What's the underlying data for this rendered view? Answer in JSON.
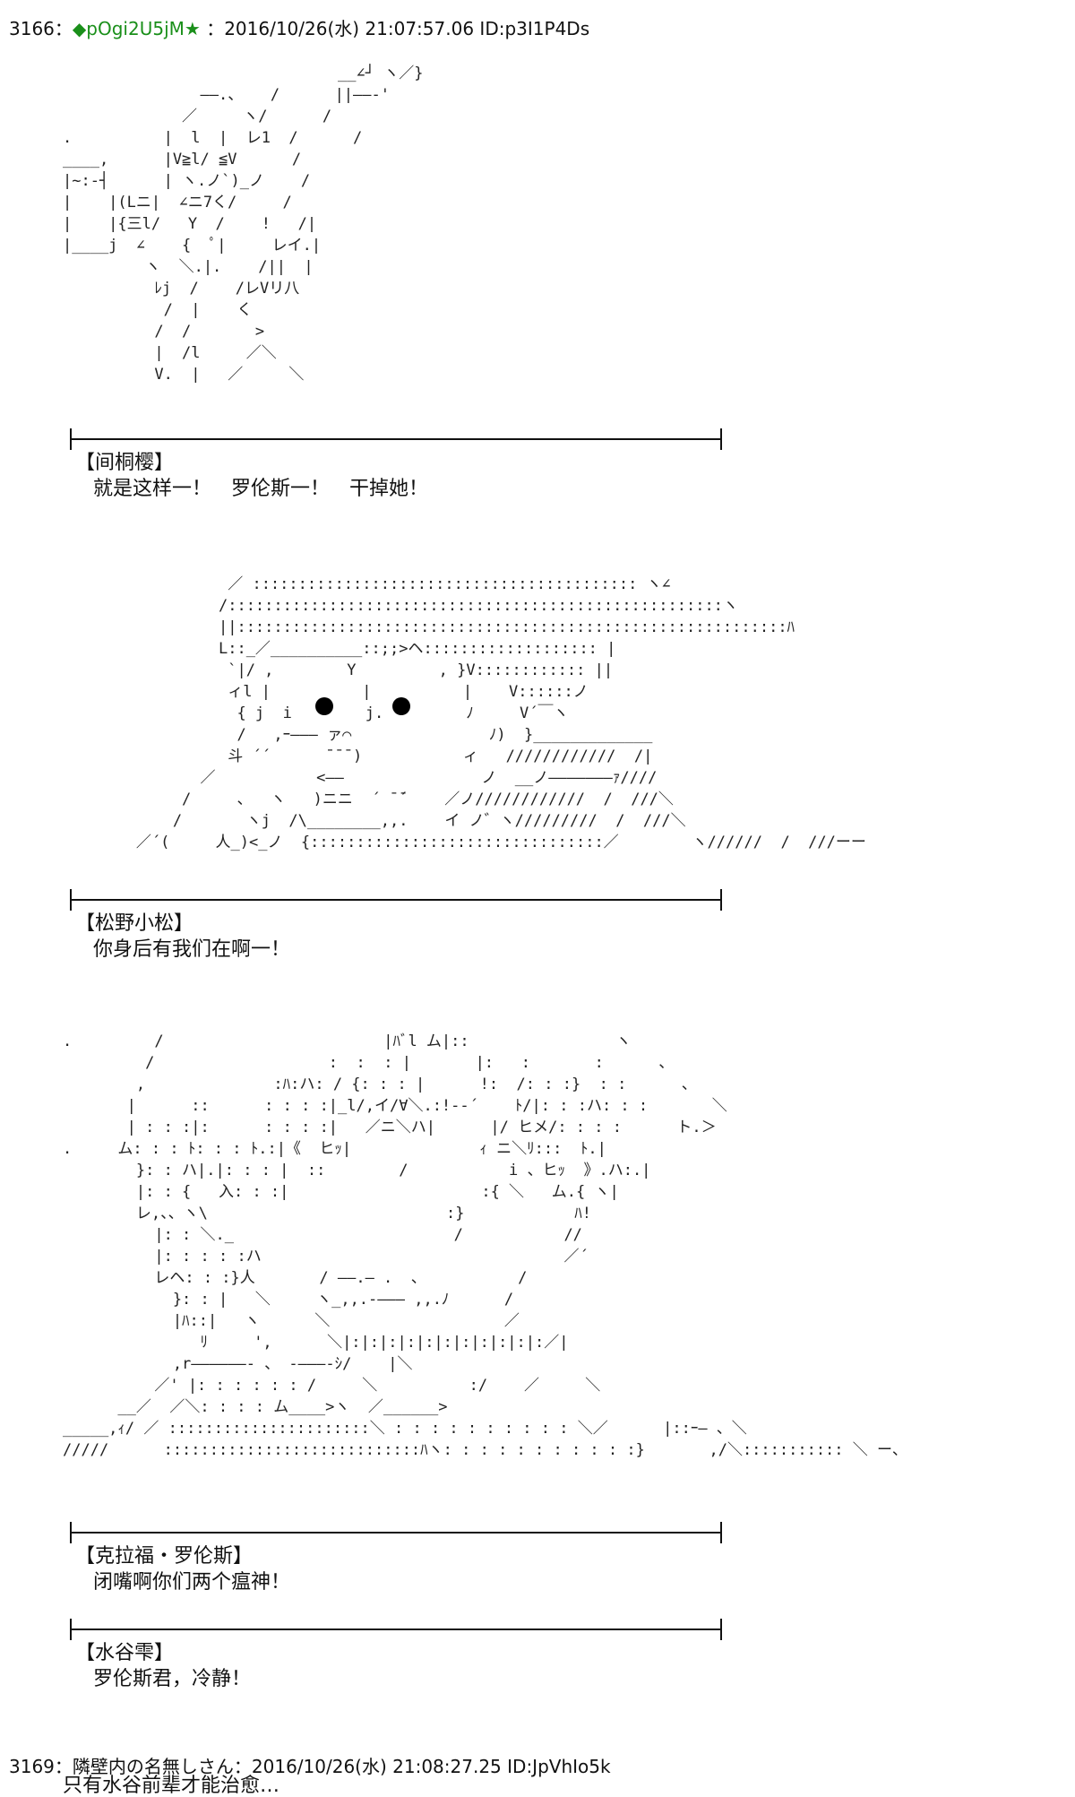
{
  "posts": [
    {
      "number": "3166",
      "name": "◆pOgi2U5jM",
      "star": "★",
      "datetime": "2016/10/26(水) 21:07:57.06",
      "id": "ID:p3I1P4Ds"
    },
    {
      "number": "3169",
      "name": "隣壁内の名無しさん",
      "datetime": "2016/10/26(水) 21:08:27.25",
      "id": "ID:JpVhIo5k",
      "text": "只有水谷前辈才能治愈…"
    }
  ],
  "separator": "：",
  "dialogues": [
    {
      "speaker": "【间桐樱】",
      "line": "就是这样一！　罗伦斯一！　干掉她！"
    },
    {
      "speaker": "【松野小松】",
      "line": "你身后有我们在啊一！"
    },
    {
      "speaker": "【克拉福・罗伦斯】",
      "line": "闭嘴啊你们两个瘟神！"
    },
    {
      "speaker": "【水谷雫】",
      "line": "罗伦斯君，冷静！"
    }
  ],
  "ascii_art": {
    "figure1": "                              __∠┘ ヽ／}\n               ――.、   /      ||――‐'\n             ／     ヽ/      /\n.          |  l  |  レ1  /      /\n____,      |V≧l/ ≦V      /\n|~:-┤      | ヽ.ノ`)_ノ    /\n|    |(Lニ|  ∠ニ7く/     /\n|    |{三l/   Y  /    !   /|\n|____j  ∠    {  ﾟ|     レイ.|\n         ヽ  ＼.|.    /||  |\n          ﾚj  /    /レVリ八\n           /  |    く\n          /  /       >\n          |  /l     ／＼\n          V.  |   ／     ＼",
    "figure2": "                  ／ :::::::::::::::::::::::::::::::::::::::::: ヽ∠\n                 /::::::::::::::::::::::::::::::::::::::::::::::::::::::ヽ\n                 ||::::::::::::::::::::::::::::::::::::::::::::::::::::::::::::ﾊ\n                 L::_／__________::;;>ヘ::::::::::::::::::: |\n                  `|/ ,        Y         , }V:::::::::::: ||\n                  ィl |          |          |    V::::::ノ\n                   { j  i        j.         ﾉ     V´￣ヽ\n                   /   ,ｰ――― ァ⌒               ﾉ)  }_____________\n                  斗 ´´      ̄ ̄ ̄ )           ィ   ////////////  /|\n               ／           <――               ノ  __ノ―――――――ｧ////\n             /     、  ヽ   )ニニ  ´ ̄ ̄´    ／ノ////////////  /  ///＼\n            /       ヽj  /\\________,,.    イ ノ゛ヽ/////////  /  ///＼\n        ／´(     人_)<_ノ  {::::::::::::::::::::::::::::::::／        ヽ//////  /  ///ーー",
    "figure3": ".         /                        |ﾊﾞl ム|::                ヽ\n         /                   :  :  : |       |:   :       :      、\n        ,              :ﾊ:ハ: / {: : : |      !:  /: : :}  : :      、\n       |      ::      : : : :|_l/,イ/∀＼.:!-‐´    ﾄ/|: : :ハ: : :       ＼\n       | : : :|:      : : : :|   ／ニ＼ハ|      |/ ヒメ/: : : :      ト.＞\n.     ム: : : ﾄ: : : ﾄ.:|《  ヒｯ|              ｨ ニ＼ﾘ:::  ﾄ.|\n        }: : ハ|.|: : : |  ::        /           i 、ヒｯ  》.ハ:.|\n        |: : {   入: : :|                     :{ ＼   ム.{ ヽ|\n        レ,、、ヽ\\                          :}            ﾊ!\n          |: : ＼._                        /           //\n          |: : : : :ハ                                 ／´\n          レヘ: : :}人       / ――.― .  、          /\n            }: : |   ＼     ヽ_,,.-――― ,,.ﾉ      /\n            |ﾊ::|   ヽ      ＼                   ／\n               ﾘ     ',      ＼|:|:|:|:|:|:|:|:|:|:|:／|\n            ,r――――――‐ 、 ‐―――-ｼ/    |＼\n          ／' |: : : : : : /     ＼          :/    ／     ＼\n      __／  ／＼: : : : ム____>ヽ  ／______>\n_____,ｨ/ ／ ::::::::::::::::::::::＼ : : : : : : : : : : ＼／      |::ｰ― 、＼\n/////      ::::::::::::::::::::::::::::ﾊヽ: : : : : : : : : : :}       ,/＼::::::::::: ＼ ー、"
  }
}
